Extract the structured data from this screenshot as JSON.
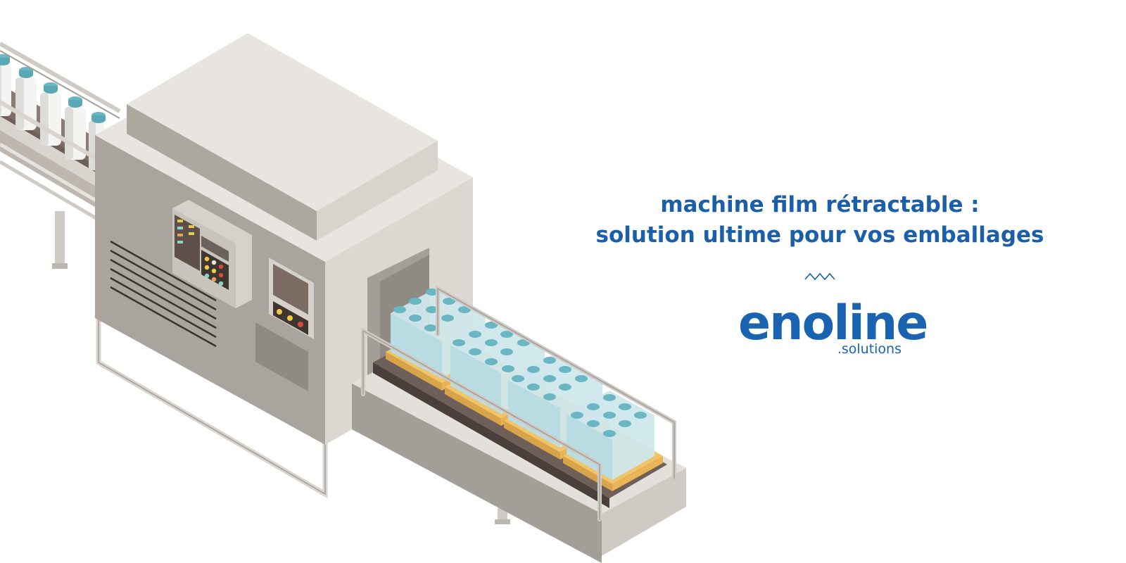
{
  "headline": {
    "line1": "machine film rétractable :",
    "line2": "solution ultime pour vos emballages"
  },
  "brand": {
    "name": "enoline",
    "suffix": ".solutions",
    "color": "#1a63b0"
  },
  "colors": {
    "text_blue": "#1a5fa8",
    "machine_light": "#e6e2dd",
    "machine_mid": "#d4cfc9",
    "machine_dark": "#a39e98",
    "belt": "#6e5f58",
    "tray": "#e4b055",
    "bottle_cap": "#6ab7c3",
    "bottle_film": "#cfe7ec"
  },
  "icons": {
    "divider": "zigzag-icon",
    "illustration": "shrink-wrap-machine-illustration"
  }
}
